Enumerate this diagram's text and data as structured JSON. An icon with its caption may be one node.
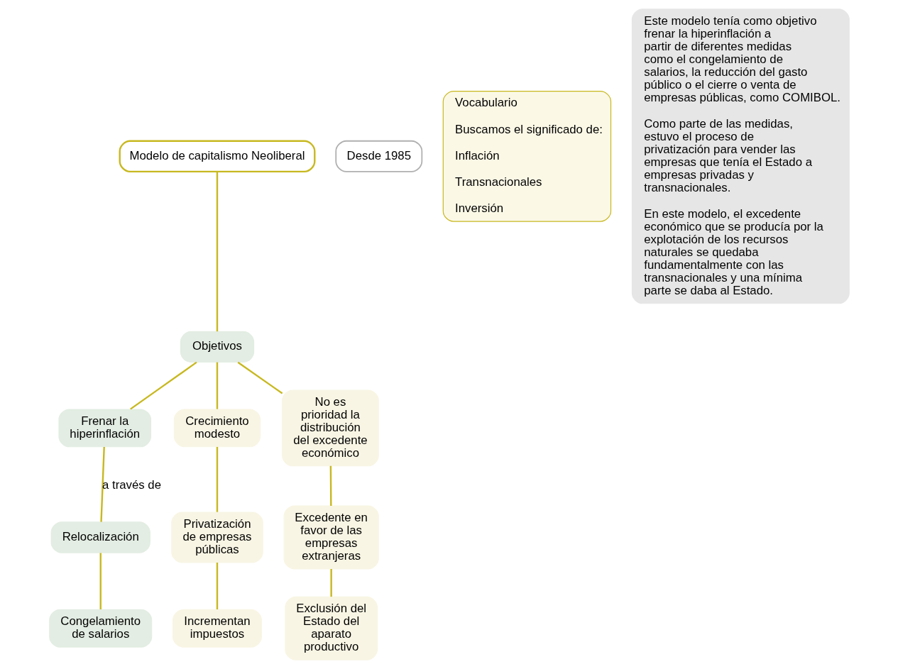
{
  "diagram": {
    "nodes": [
      {
        "text": [
          "Modelo de capitalismo Neoliberal"
        ]
      },
      {
        "text": [
          "Desde 1985"
        ]
      },
      {
        "text": [
          "Objetivos"
        ]
      },
      {
        "text": [
          "Frenar la hiperinflación"
        ]
      },
      {
        "text": [
          "Crecimiento modesto"
        ]
      },
      {
        "text": [
          "No es prioridad la distribución del excedente económico"
        ]
      },
      {
        "text": [
          "Relocalización"
        ]
      },
      {
        "text": [
          "Congelamiento de salarios"
        ]
      },
      {
        "text": [
          "Privatización de empresas públicas"
        ]
      },
      {
        "text": [
          "Incrementan impuestos"
        ]
      },
      {
        "text": [
          "Excedente en favor de las empresas extranjeras"
        ]
      },
      {
        "text": [
          "Exclusión del Estado del aparato productivo"
        ]
      },
      {
        "text": [
          "Vocabulario",
          "Buscamos el significado de:",
          "Inflación",
          "Transnacionales",
          "Inversión"
        ]
      },
      {
        "text": [
          "Este modelo tenía como objetivo frenar la hiperinflación a partir de diferentes medidas como el congelamiento de salarios, la reducción del gasto público o el cierre o venta de empresas públicas, como COMIBOL.",
          "Como parte de las medidas, estuvo el proceso de privatización para vender las empresas que tenía el Estado a empresas privadas y transnacionales.",
          "En este modelo, el excedente económico que se producía por la explotación de los recursos naturales se quedaba fundamentalmente con las transnacionales y una mínima parte se daba al Estado."
        ]
      }
    ],
    "edges": [
      {
        "from": 0,
        "to": 2,
        "arrow": "none"
      },
      {
        "from": 2,
        "to": 3,
        "arrow": "none"
      },
      {
        "from": 2,
        "to": 4,
        "arrow": "none"
      },
      {
        "from": 2,
        "to": 5,
        "arrow": "none"
      },
      {
        "from": 3,
        "to": 6,
        "arrow": "none",
        "label": "a través de"
      },
      {
        "from": 6,
        "to": 7,
        "arrow": "none"
      },
      {
        "from": 4,
        "to": 8,
        "arrow": "none"
      },
      {
        "from": 8,
        "to": 9,
        "arrow": "none"
      },
      {
        "from": 5,
        "to": 10,
        "arrow": "none"
      },
      {
        "from": 10,
        "to": 11,
        "arrow": "none"
      }
    ]
  }
}
